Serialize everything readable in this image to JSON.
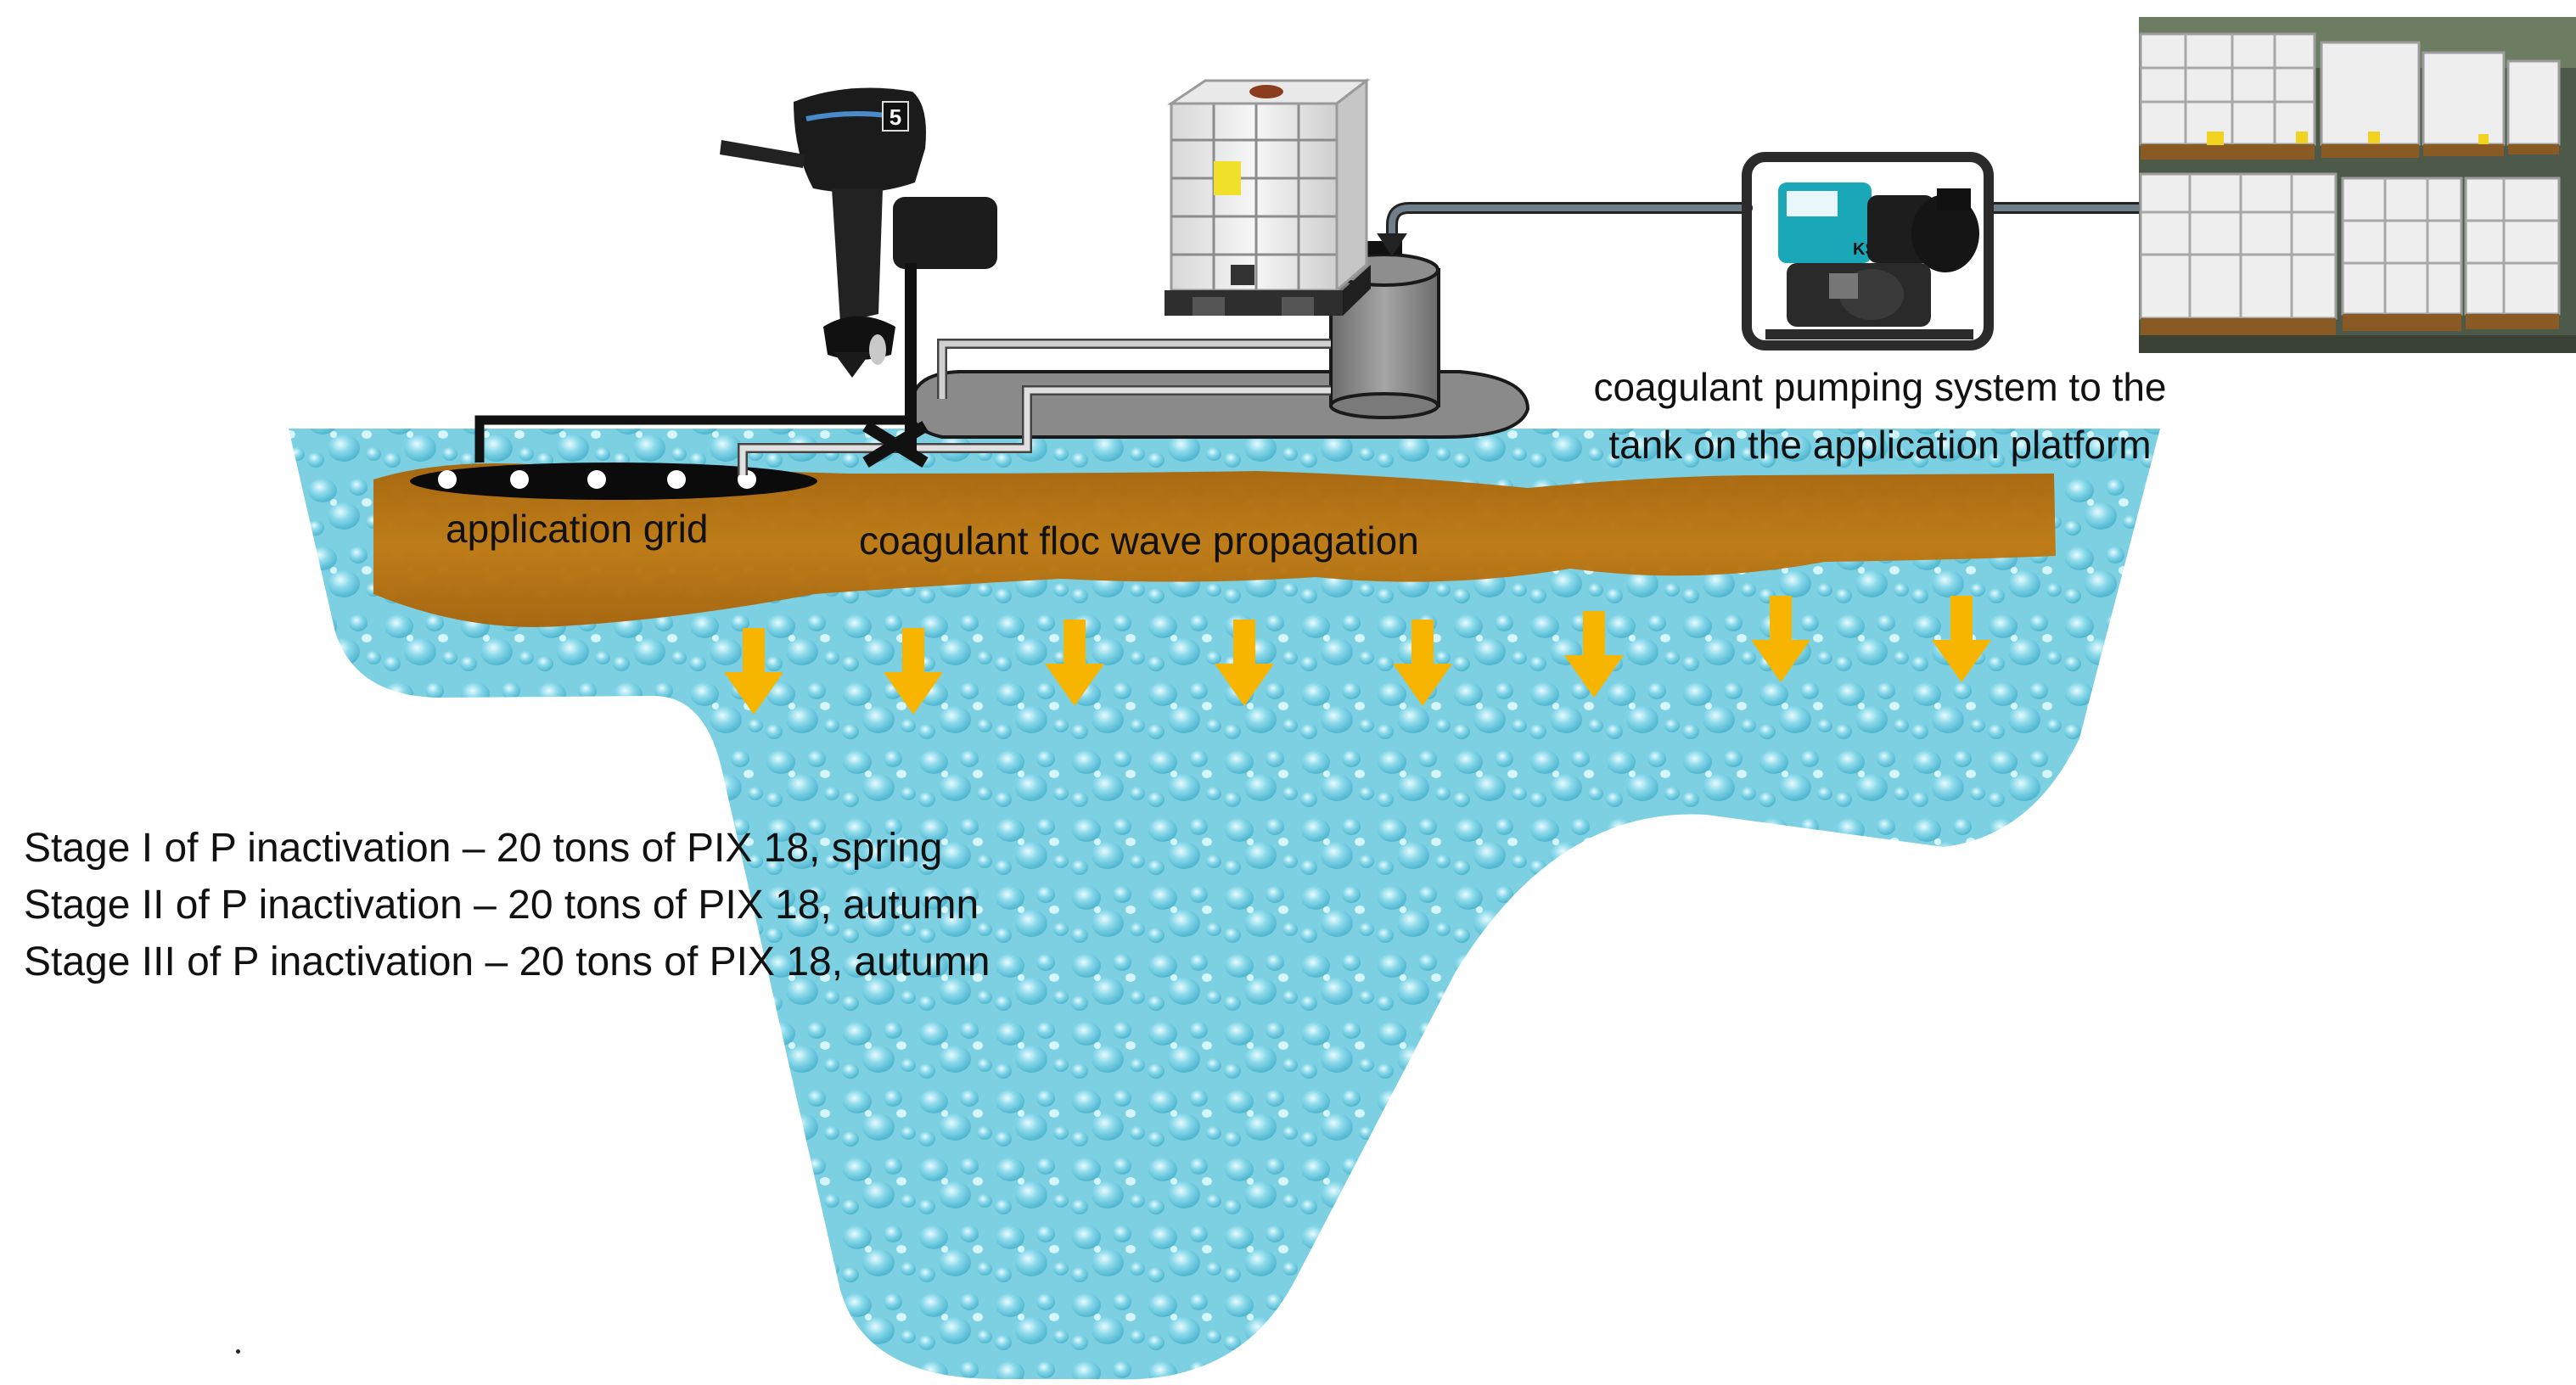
{
  "labels": {
    "application_grid": "application grid",
    "floc_wave": "coagulant floc wave propagation",
    "pumping_system_line1": "coagulant pumping system to the",
    "pumping_system_line2": "tank on the application platform"
  },
  "stages": [
    "Stage I of P inactivation – 20 tons of PIX 18, spring",
    "Stage II of P inactivation – 20 tons of PIX 18, autumn",
    "Stage III of P inactivation – 20 tons of PIX 18, autumn"
  ],
  "engine_badge": "5",
  "pump_badge": "KS 80CW",
  "colors": {
    "water": "#7fd3e4",
    "floc_wave": "#b8720f",
    "arrows": "#f7b500",
    "platform": "#8a8a8a",
    "pipes": "#2a2a2a"
  },
  "icons": [
    "outboard-motor-icon",
    "ibc-tank-icon",
    "water-pump-icon",
    "ibc-storage-photo",
    "application-grid-icon"
  ]
}
